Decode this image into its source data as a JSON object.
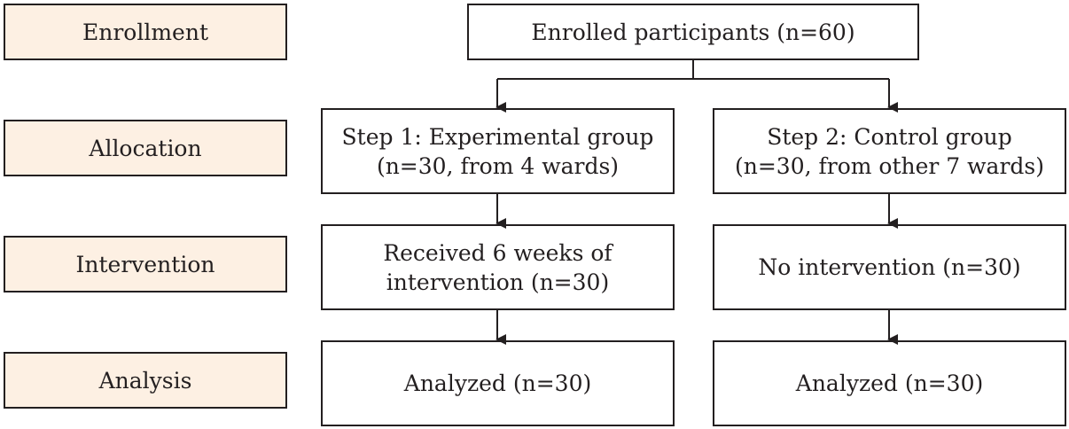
{
  "stages": {
    "enrollment": "Enrollment",
    "allocation": "Allocation",
    "intervention": "Intervention",
    "analysis": "Analysis"
  },
  "enrolled": "Enrolled participants (n=60)",
  "experimental": {
    "allocation_line1": "Step 1: Experimental group",
    "allocation_line2": "(n=30, from 4 wards)",
    "intervention_line1": "Received 6 weeks of",
    "intervention_line2": "intervention (n=30)",
    "analysis": "Analyzed (n=30)"
  },
  "control": {
    "allocation_line1": "Step 2: Control group",
    "allocation_line2": "(n=30, from other 7 wards)",
    "intervention": "No intervention (n=30)",
    "analysis": "Analyzed (n=30)"
  },
  "colors": {
    "stage_fill": "#fdf0e3",
    "border": "#231f20",
    "box_fill": "#ffffff"
  }
}
